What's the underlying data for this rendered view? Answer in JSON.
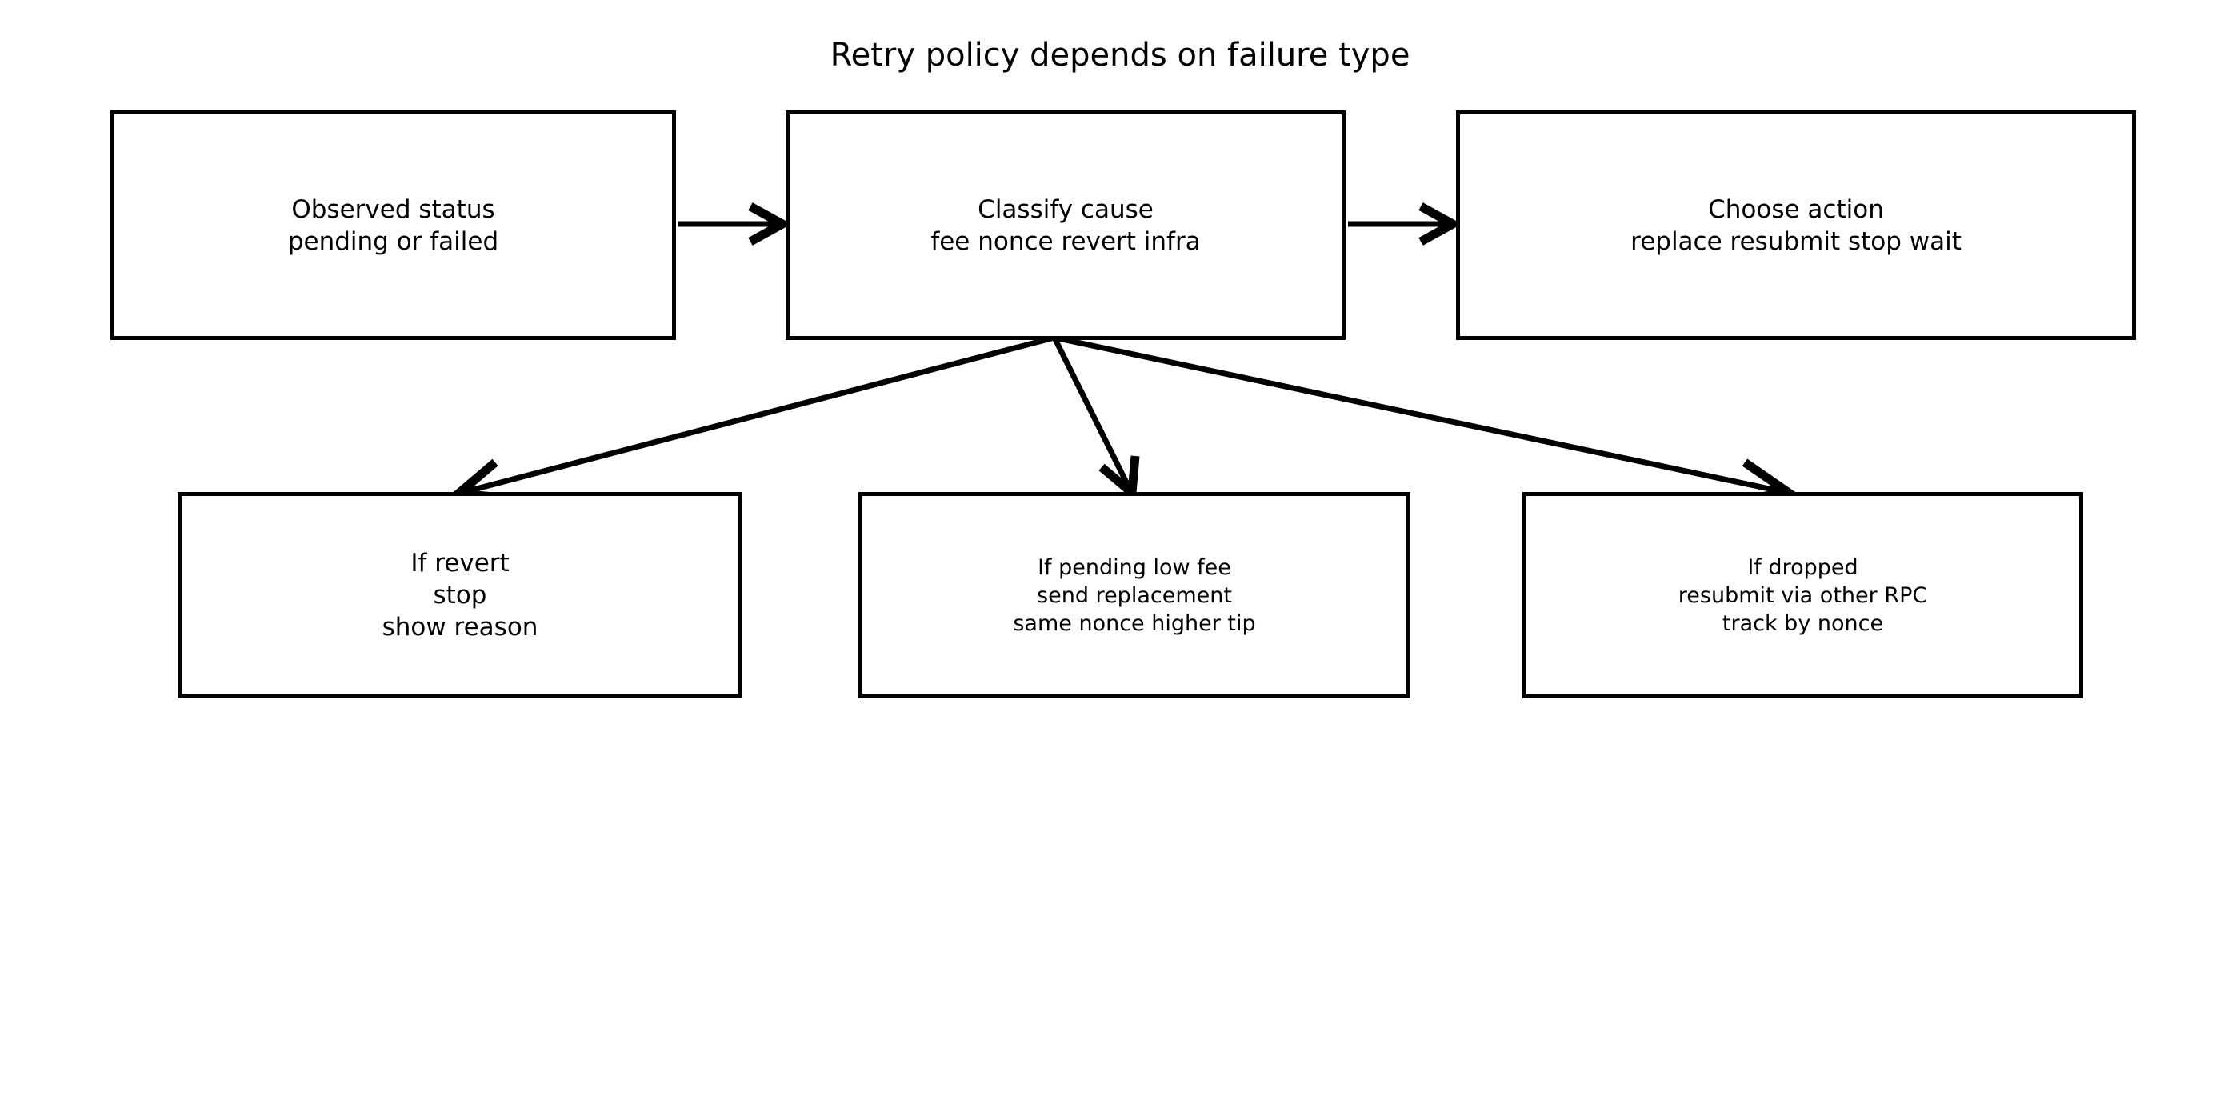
{
  "diagram": {
    "title": "Retry policy depends on failure type",
    "type": "flowchart",
    "background_color": "#ffffff",
    "stroke_color": "#000000",
    "node_fill_color": "#ffffff",
    "nodes": [
      {
        "id": "observed-status",
        "label": "Observed status\npending or failed",
        "lines": [
          "Observed status",
          "pending or failed"
        ],
        "row": "top"
      },
      {
        "id": "classify-cause",
        "label": "Classify cause\nfee nonce revert infra",
        "lines": [
          "Classify cause",
          "fee nonce revert infra"
        ],
        "row": "top"
      },
      {
        "id": "choose-action",
        "label": "Choose action\nreplace resubmit stop wait",
        "lines": [
          "Choose action",
          "replace resubmit stop wait"
        ],
        "row": "top"
      },
      {
        "id": "if-revert",
        "label": "If revert\nstop\nshow reason",
        "lines": [
          "If revert",
          "stop",
          "show reason"
        ],
        "row": "bottom"
      },
      {
        "id": "if-pending-low-fee",
        "label": "If pending low fee\nsend replacement\nsame nonce higher tip",
        "lines": [
          "If pending low fee",
          "send replacement",
          "same nonce higher tip"
        ],
        "row": "bottom"
      },
      {
        "id": "if-dropped",
        "label": "If dropped\nresubmit via other RPC\ntrack by nonce",
        "lines": [
          "If dropped",
          "resubmit via other RPC",
          "track by nonce"
        ],
        "row": "bottom"
      }
    ],
    "edges": [
      {
        "id": "observed-status-to-classify-cause",
        "from": "observed-status",
        "to": "classify-cause",
        "style": "straight-arrow"
      },
      {
        "id": "classify-cause-to-choose-action",
        "from": "classify-cause",
        "to": "choose-action",
        "style": "straight-arrow"
      },
      {
        "id": "classify-cause-to-if-revert",
        "from": "classify-cause",
        "to": "if-revert",
        "style": "straight-arrow"
      },
      {
        "id": "classify-cause-to-if-pending-low-fee",
        "from": "classify-cause",
        "to": "if-pending-low-fee",
        "style": "straight-arrow"
      },
      {
        "id": "classify-cause-to-if-dropped",
        "from": "classify-cause",
        "to": "if-dropped",
        "style": "straight-arrow"
      }
    ]
  }
}
